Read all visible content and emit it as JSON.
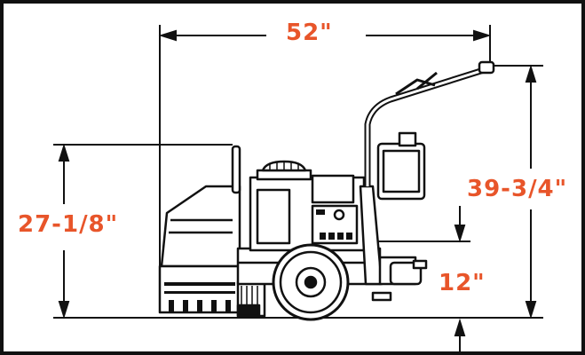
{
  "colors": {
    "dimension_text": "#e8552a",
    "line": "#111111",
    "background": "#ffffff"
  },
  "dimensions": {
    "length": "52\"",
    "height": "39-3/4\"",
    "body_height": "27-1/8\"",
    "clearance": "12\""
  }
}
